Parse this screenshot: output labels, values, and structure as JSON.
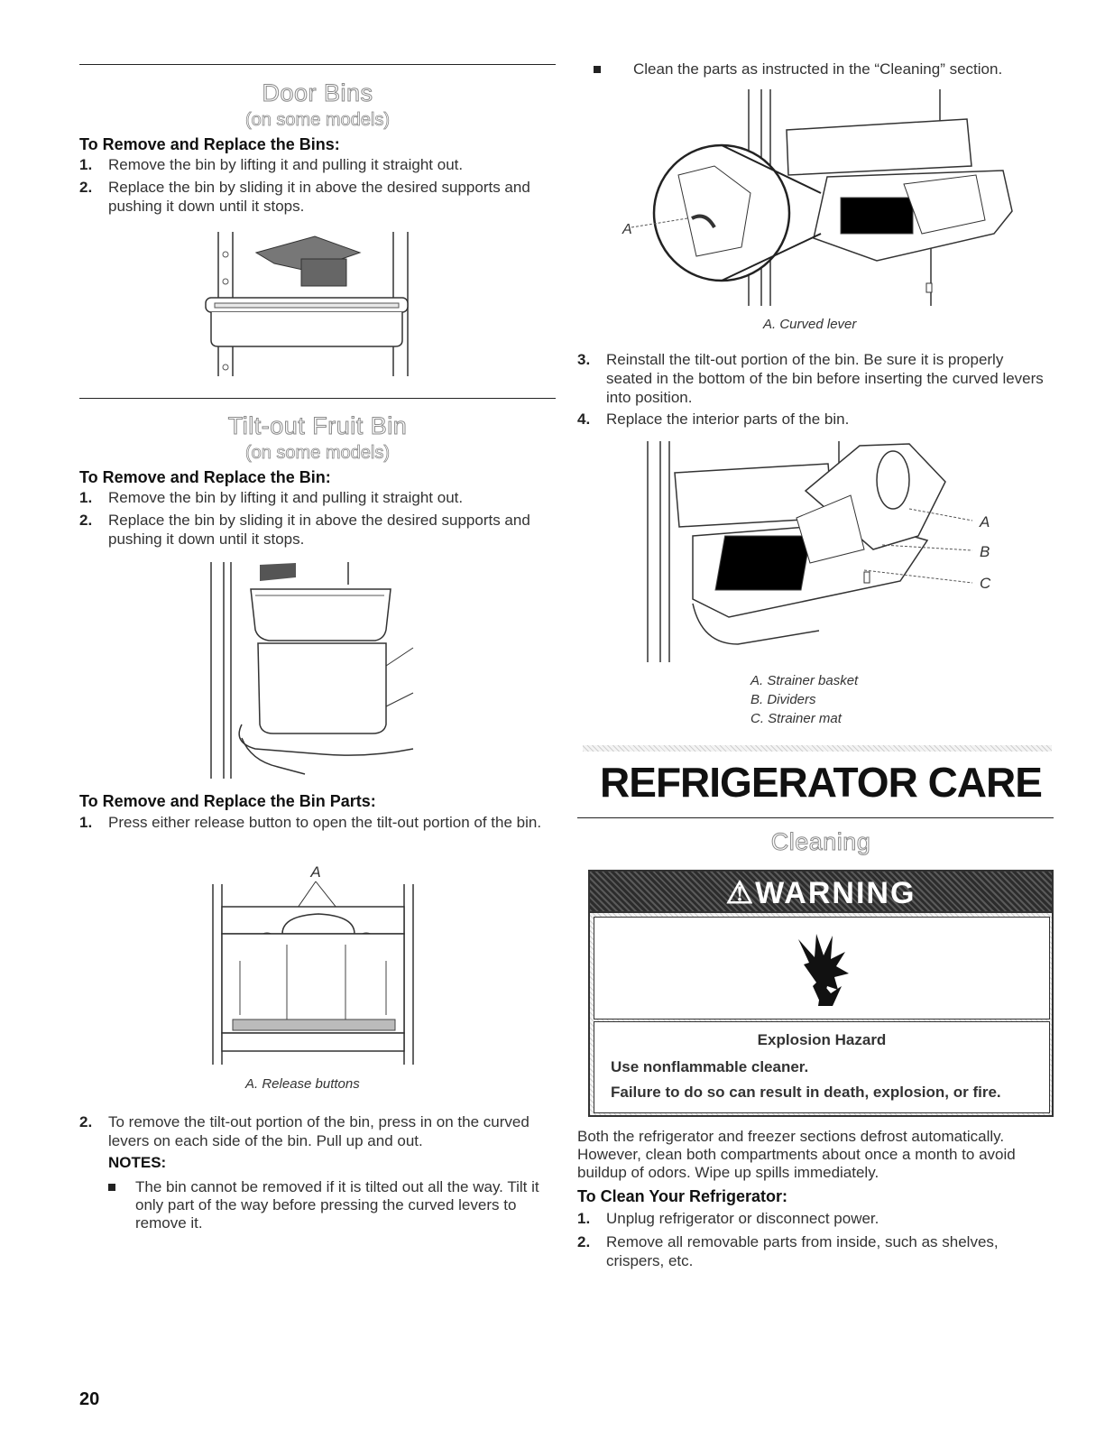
{
  "page_number": "20",
  "door_bins": {
    "title": "Door Bins",
    "subtitle": "(on some models)",
    "heading": "To Remove and Replace the Bins:",
    "steps": [
      {
        "num": "1.",
        "text": "Remove the bin by lifting it and pulling it straight out."
      },
      {
        "num": "2.",
        "text": "Replace the bin by sliding it in above the desired supports and pushing it down until it stops."
      }
    ]
  },
  "fruit_bin": {
    "title": "Tilt-out Fruit Bin",
    "subtitle": "(on some models)",
    "heading": "To Remove and Replace the Bin:",
    "steps": [
      {
        "num": "1.",
        "text": "Remove the bin by lifting it and pulling it straight out."
      },
      {
        "num": "2.",
        "text": "Replace the bin by sliding it in above the desired supports and pushing it down until it stops."
      }
    ]
  },
  "bin_parts": {
    "heading": "To Remove and Replace the Bin Parts:",
    "step1": {
      "num": "1.",
      "text": "Press either release button to open the tilt-out portion of the bin."
    },
    "label_a": "A",
    "caption": "A. Release buttons",
    "step2": {
      "num": "2.",
      "text": "To remove the tilt-out portion of the bin, press in on the curved levers on each side of the bin. Pull up and out."
    },
    "notes_label": "NOTES:",
    "note1": "The bin cannot be removed if it is tilted out all the way. Tilt it only part of the way before pressing the curved levers to remove it."
  },
  "right": {
    "bullet_clean": "Clean the parts as instructed in the “Cleaning” section.",
    "lever_label": "A",
    "lever_caption": "A. Curved lever",
    "step3": {
      "num": "3.",
      "text": "Reinstall the tilt-out portion of the bin. Be sure it is properly seated in the bottom of the bin before inserting the curved levers into position."
    },
    "step4": {
      "num": "4.",
      "text": "Replace the interior parts of the bin."
    },
    "parts_labels": [
      "A",
      "B",
      "C"
    ],
    "parts_captions": [
      "A. Strainer basket",
      "B. Dividers",
      "C. Strainer mat"
    ]
  },
  "care": {
    "title": "REFRIGERATOR CARE",
    "section": "Cleaning",
    "warning": {
      "label": "WARNING",
      "hazard": "Explosion Hazard",
      "line1": "Use nonflammable cleaner.",
      "line2": "Failure to do so can result in death, explosion, or fire."
    },
    "paragraph": "Both the refrigerator and freezer sections defrost automatically. However, clean both compartments about once a month to avoid buildup of odors. Wipe up spills immediately.",
    "heading": "To Clean Your Refrigerator:",
    "steps": [
      {
        "num": "1.",
        "text": "Unplug refrigerator or disconnect power."
      },
      {
        "num": "2.",
        "text": "Remove all removable parts from inside, such as shelves, crispers, etc."
      }
    ]
  }
}
